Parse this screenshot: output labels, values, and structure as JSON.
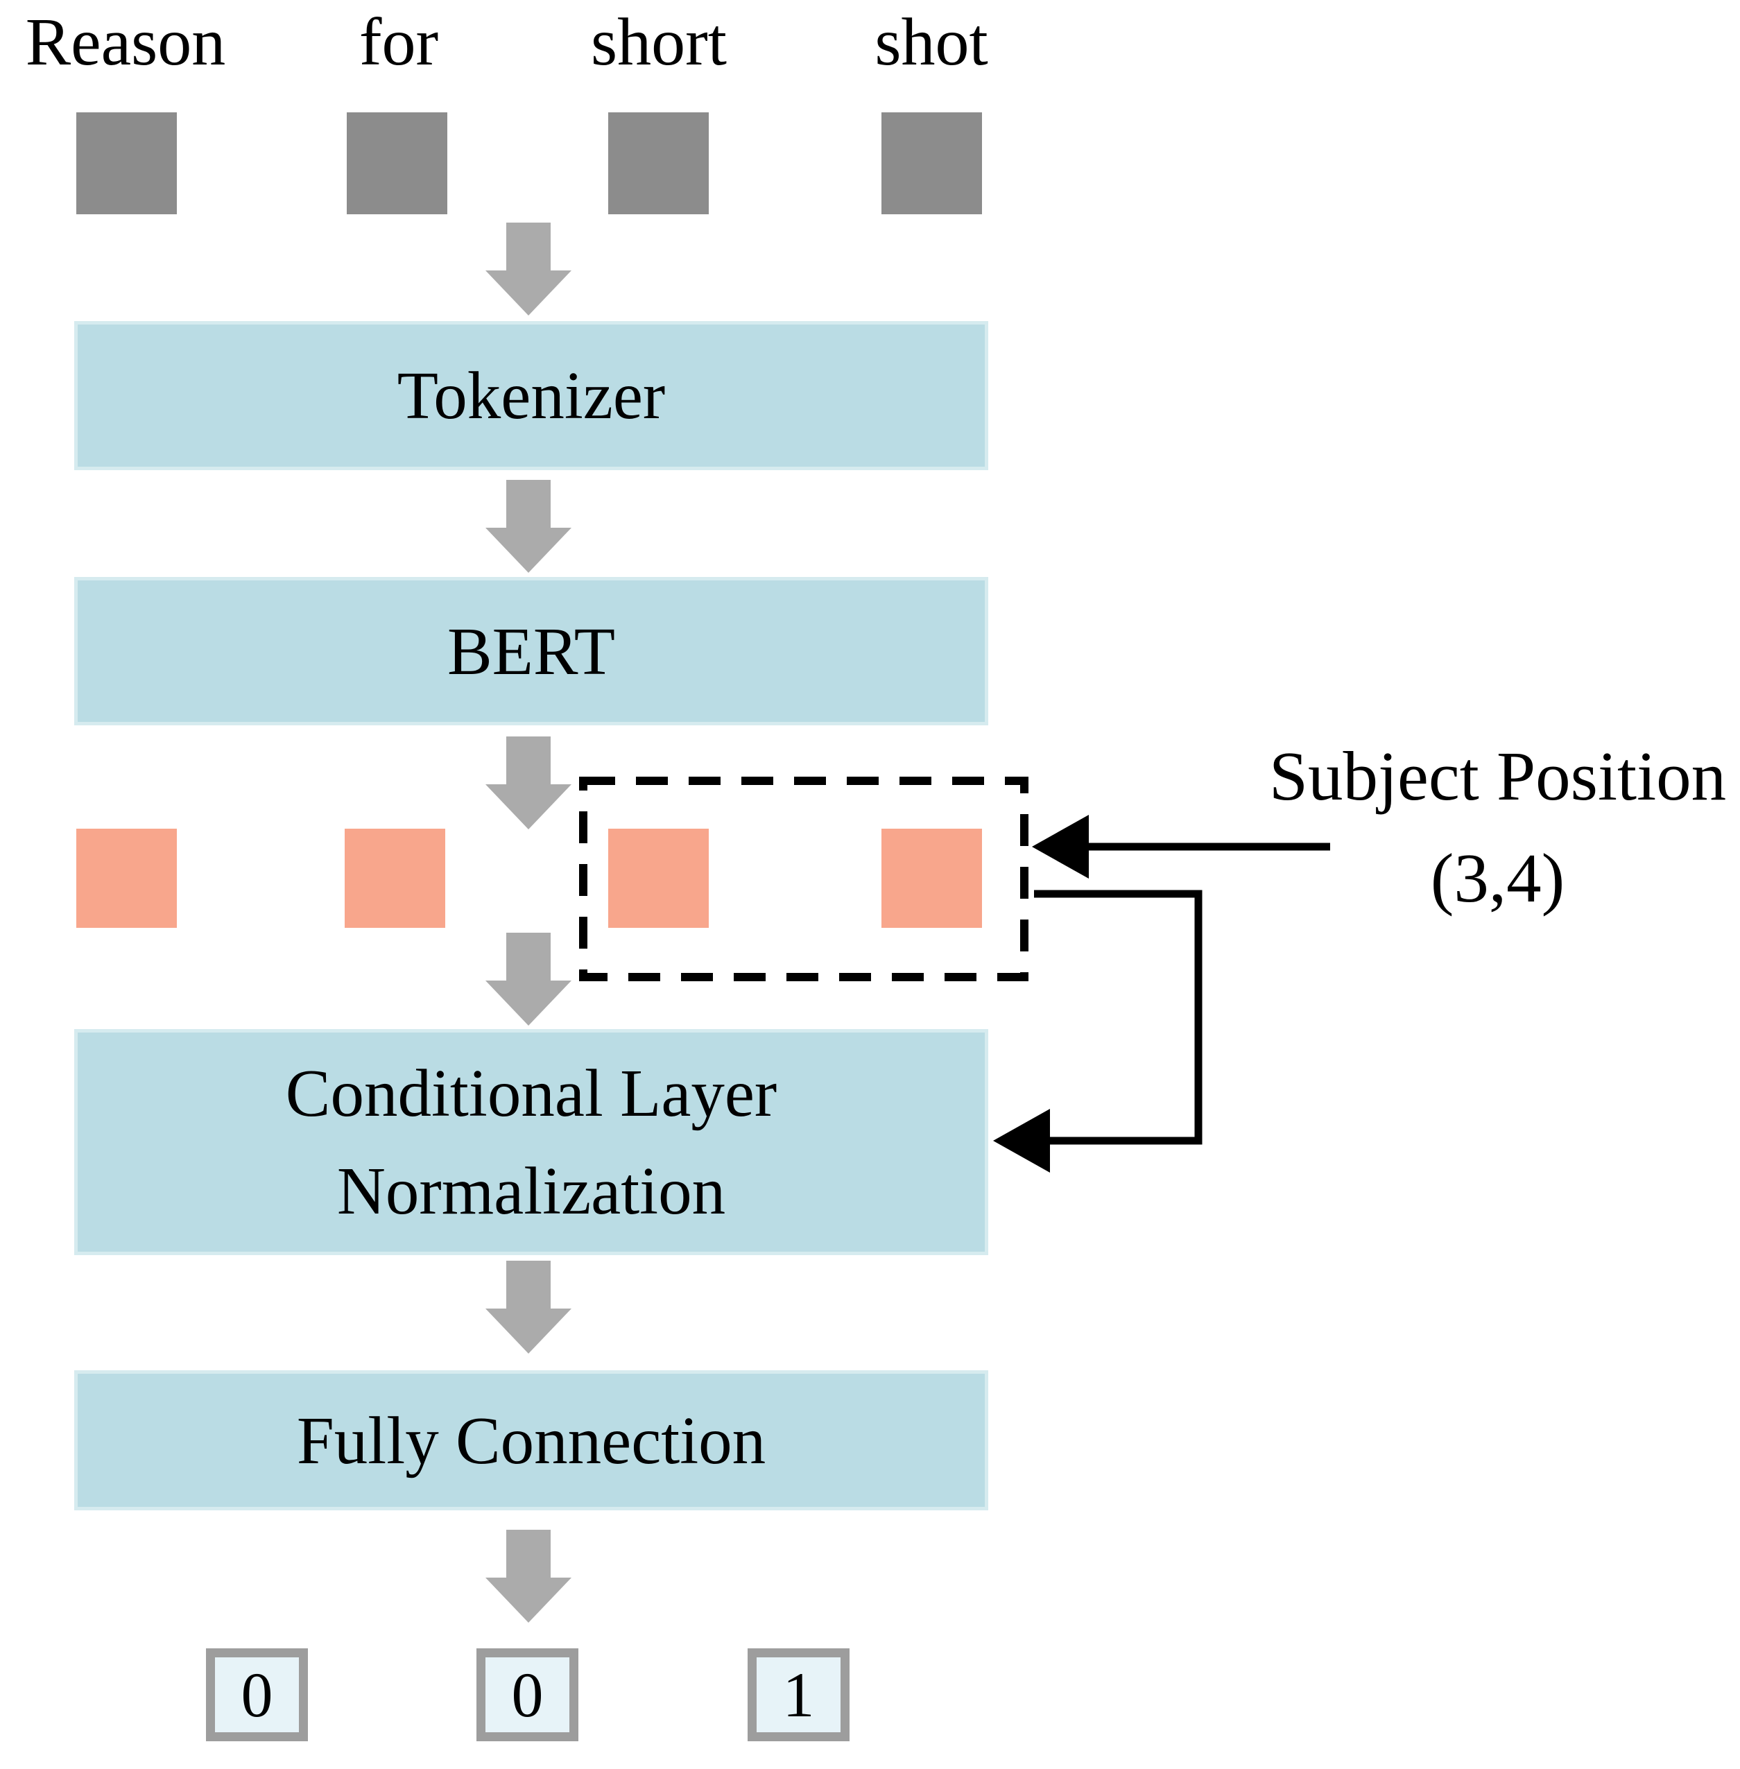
{
  "input_tokens": [
    "Reason",
    "for",
    "short",
    "shot"
  ],
  "blocks": {
    "tokenizer": "Tokenizer",
    "bert": "BERT",
    "cln_line1": "Conditional Layer",
    "cln_line2": "Normalization",
    "fully_connection": "Fully Connection"
  },
  "annotation": {
    "title": "Subject Position",
    "value": "(3,4)"
  },
  "outputs": [
    "0",
    "0",
    "1"
  ],
  "colors": {
    "box-blue": "#badce4",
    "box-blue-border": "#d6ebef",
    "token-gray": "#8c8c8c",
    "embedding-salmon": "#f8a68c",
    "arrow-gray": "#ababab",
    "output-fill": "#e7f3f8",
    "output-border": "#9d9d9d",
    "line-black": "#000000"
  }
}
